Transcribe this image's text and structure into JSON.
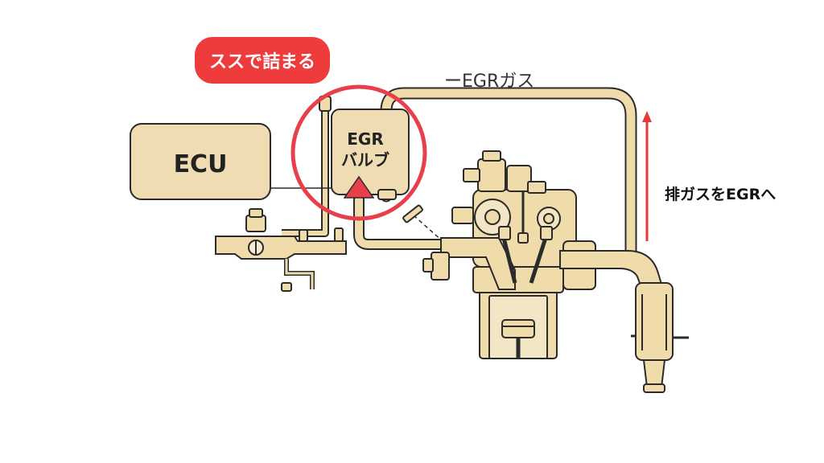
{
  "labels": {
    "soot_badge": "ススで詰まる",
    "egr_gas": "ーEGRガス",
    "ecu": "ECU",
    "egr_valve_line1": "EGR",
    "egr_valve_line2": "バルブ",
    "exhaust_to_egr": "排ガスをEGRへ"
  },
  "colors": {
    "part_fill": "#efdcaa",
    "box_fill": "#efdcb2",
    "outline": "#2b2b2b",
    "highlight_red": "#e8404a",
    "arrow_red": "#e53a3a",
    "badge_red": "#ee3b3b",
    "badge_text": "#ffffff"
  },
  "icons": {
    "valve_indicator": "red-triangle-up-icon",
    "flow_direction": "red-arrow-up-icon"
  }
}
